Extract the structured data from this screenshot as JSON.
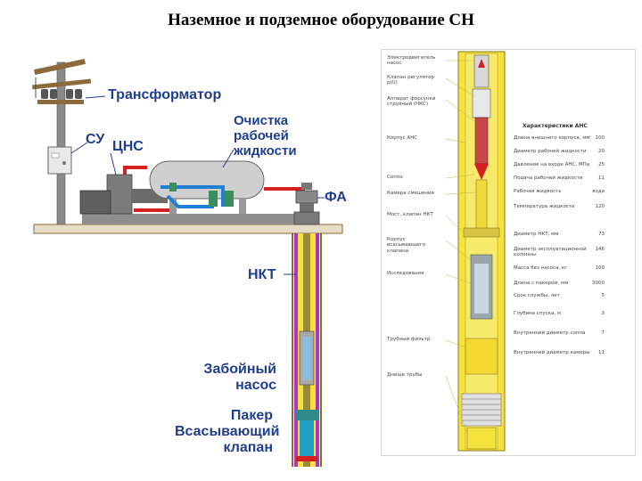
{
  "title": "Наземное и подземное оборудование СН",
  "labels": {
    "transformer": "Трансформатор",
    "su": "СУ",
    "cns": "ЦНС",
    "cleaning": [
      "Очистка",
      "рабочей",
      "жидкости"
    ],
    "fa": "ФА",
    "nkt": "НКТ",
    "pump": [
      "Забойный",
      "насос"
    ],
    "packer": [
      "Пакер",
      "Всасывающий",
      "клапан"
    ]
  },
  "colors": {
    "label_blue": "#1f3e8c",
    "pipe_red": "#d42020",
    "pipe_blue": "#1e7fd4",
    "well_magenta": "#b82fc4",
    "well_yellow": "#f5e23a",
    "ground_brown": "#8a6a3a",
    "tank_gray": "#c9c9c9"
  },
  "right_panel": {
    "header": "Характеристики АНС",
    "callouts": [
      "Электродвигатель насос",
      "Клапан регулятор p(U)",
      "Аппарат форсунки струйный (НКС)",
      "Корпус АНС",
      "Сопло",
      "Камера смешения",
      "Мост, клапан НКТ",
      "Корпус всасывающего клапана",
      "Исследования",
      "Трубный фильтр",
      "Днище трубы"
    ],
    "specs": [
      {
        "k": "Длина внешнего корпуса, мм",
        "v": "100"
      },
      {
        "k": "Диаметр рабочей жидкости",
        "v": "20"
      },
      {
        "k": "Давление на входе АНС, МПа",
        "v": "25"
      },
      {
        "k": "Подача рабочей жидкости",
        "v": "11"
      },
      {
        "k": "Рабочая жидкость",
        "v": "вода"
      },
      {
        "k": "Температура жидкости",
        "v": "120"
      },
      {
        "k": "Диаметр НКТ, мм",
        "v": "73"
      },
      {
        "k": "Диаметр эксплуатационной колонны",
        "v": "146"
      },
      {
        "k": "Масса без насоса, кг",
        "v": "100"
      },
      {
        "k": "Длина с пакером, мм",
        "v": "3000"
      },
      {
        "k": "Срок службы, лет",
        "v": "5"
      },
      {
        "k": "Глубина спуска, м",
        "v": "3"
      },
      {
        "k": "Внутренний диаметр сопла",
        "v": "7"
      },
      {
        "k": "Внутренний диаметр камеры",
        "v": "11"
      }
    ]
  }
}
